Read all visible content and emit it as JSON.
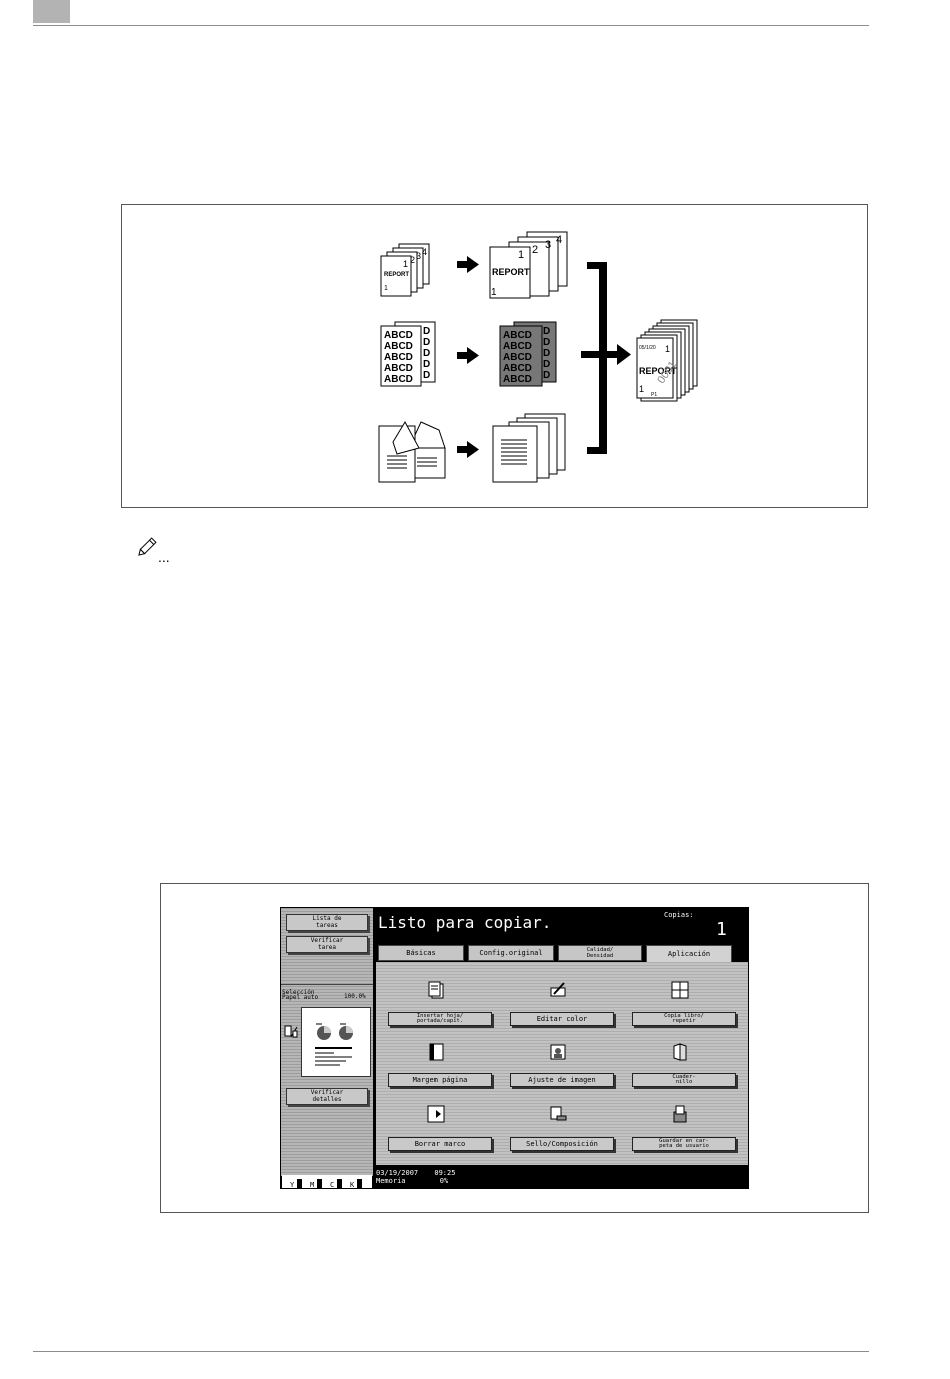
{
  "diagram": {
    "report_stacks": {
      "left_front": "REPORT",
      "left_page": "1",
      "left_numbers": [
        "1",
        "2",
        "3",
        "4"
      ],
      "mid_front": "REPORT",
      "mid_page": "1",
      "mid_numbers": [
        "1",
        "2",
        "3",
        "4"
      ]
    },
    "abcd_lines": [
      "ABCD",
      "ABCD",
      "ABCD",
      "ABCD",
      "ABCD"
    ],
    "abcd_back": "D",
    "result": {
      "date": "05/1/20",
      "page": "1",
      "title": "REPORT",
      "stamp": "0001",
      "num": "1",
      "p": "P1"
    }
  },
  "note": {
    "dots": "..."
  },
  "copier": {
    "side_buttons": {
      "job_list": "Lista de\ntareas",
      "check_job": "Verificar\ntarea",
      "check_details": "Verificar\ndetalles"
    },
    "paper": {
      "line1": "Selección",
      "line2": "Papel auto",
      "zoom": "100.0%"
    },
    "status_title": "Listo para copiar.",
    "copies_label": "Copias:",
    "copies_value": "1",
    "tabs": [
      {
        "label": "Básicas"
      },
      {
        "label": "Config.original"
      },
      {
        "label": "Calidad/\nDensidad"
      },
      {
        "label": "Aplicación"
      }
    ],
    "functions": [
      {
        "label": "Insertar hoja/\nportada/capít."
      },
      {
        "label": "Editar color"
      },
      {
        "label": "Copia libro/\nrepetir"
      },
      {
        "label": "Margem página"
      },
      {
        "label": "Ajuste de imagen"
      },
      {
        "label": "Cuader-\nnillo"
      },
      {
        "label": "Borrar marco"
      },
      {
        "label": "Sello/Composición"
      },
      {
        "label": "Guardar en car-\npeta de usuario"
      }
    ],
    "bottom": {
      "date": "03/19/2007",
      "time": "09:25",
      "memory_label": "Memoria",
      "memory_value": "0%"
    },
    "toner": [
      "Y",
      "M",
      "C",
      "K"
    ]
  }
}
